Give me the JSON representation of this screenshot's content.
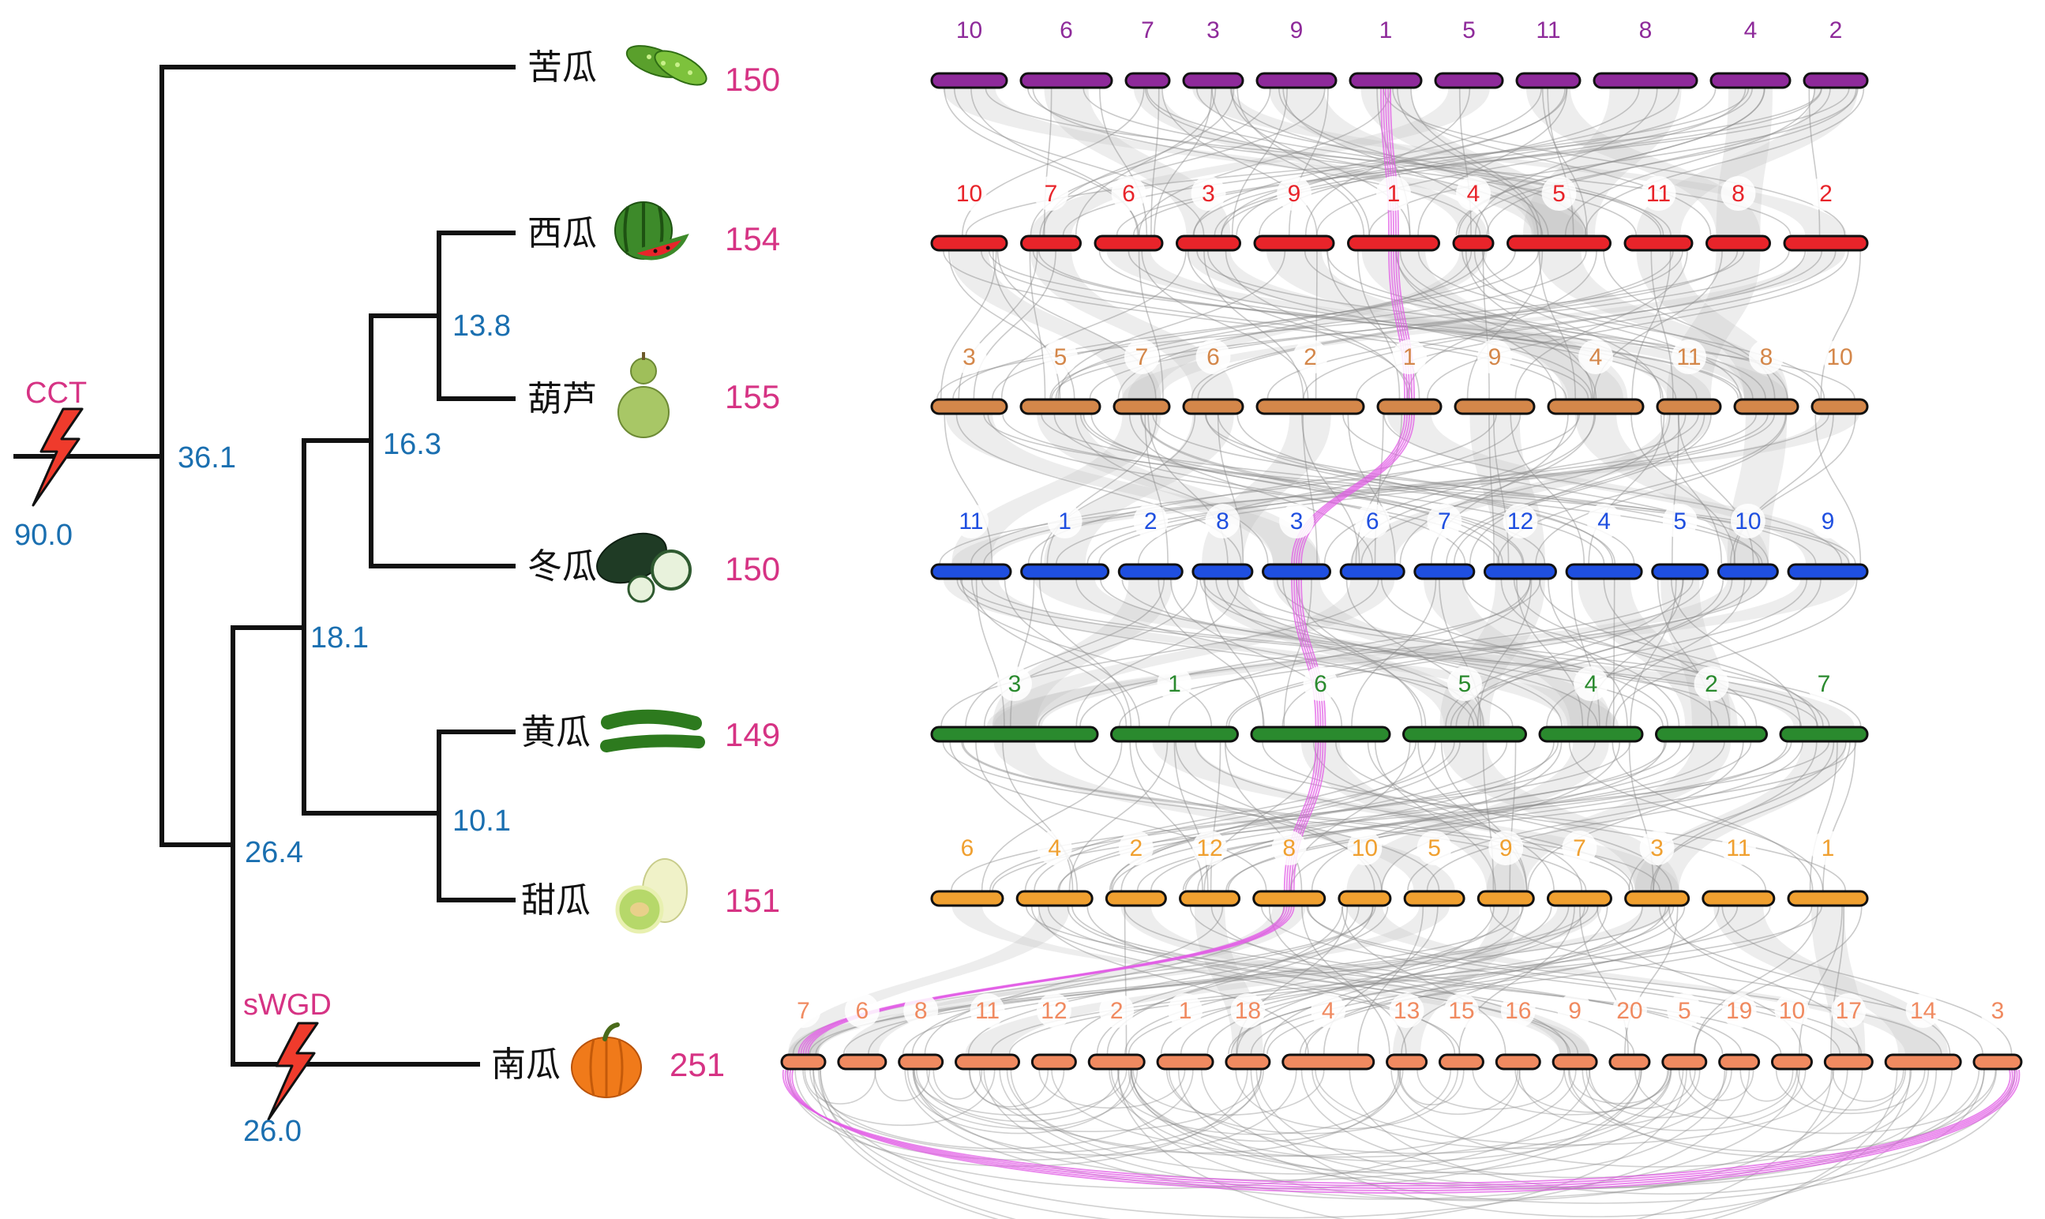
{
  "colors": {
    "age": "#1a6fb0",
    "count": "#d63384",
    "event": "#d63384",
    "tree": "#111111",
    "highlight": "#e15ee6",
    "link": "#8a8a8a",
    "bolt_fill": "#ef3b2c"
  },
  "events": [
    {
      "id": "cct",
      "label": "CCT",
      "age": "90.0"
    },
    {
      "id": "swgd",
      "label": "sWGD",
      "age": "26.0"
    }
  ],
  "node_ages": {
    "root": "36.1",
    "n264": "26.4",
    "n181": "18.1",
    "n163": "16.3",
    "n138": "13.8",
    "n101": "10.1"
  },
  "species": [
    {
      "id": "bitter-gourd",
      "name": "苦瓜",
      "icon": "bitter-gourd-icon",
      "gene_count": "150",
      "chr_color": "#8e2a9a",
      "chromosomes": [
        "10",
        "6",
        "7",
        "3",
        "9",
        "1",
        "5",
        "11",
        "8",
        "4",
        "2"
      ]
    },
    {
      "id": "watermelon",
      "name": "西瓜",
      "icon": "watermelon-icon",
      "gene_count": "154",
      "chr_color": "#e8242a",
      "chromosomes": [
        "10",
        "7",
        "6",
        "3",
        "9",
        "1",
        "4",
        "5",
        "11",
        "8",
        "2"
      ]
    },
    {
      "id": "bottle-gourd",
      "name": "葫芦",
      "icon": "bottle-gourd-icon",
      "gene_count": "155",
      "chr_color": "#d4874a",
      "chromosomes": [
        "3",
        "5",
        "7",
        "6",
        "2",
        "1",
        "9",
        "4",
        "11",
        "8",
        "10"
      ]
    },
    {
      "id": "wax-gourd",
      "name": "冬瓜",
      "icon": "wax-gourd-icon",
      "gene_count": "150",
      "chr_color": "#1f4fe0",
      "chromosomes": [
        "11",
        "1",
        "2",
        "8",
        "3",
        "6",
        "7",
        "12",
        "4",
        "5",
        "10",
        "9"
      ]
    },
    {
      "id": "cucumber",
      "name": "黄瓜",
      "icon": "cucumber-icon",
      "gene_count": "149",
      "chr_color": "#2a8a2e",
      "chromosomes": [
        "3",
        "1",
        "6",
        "5",
        "4",
        "2",
        "7"
      ]
    },
    {
      "id": "melon",
      "name": "甜瓜",
      "icon": "melon-icon",
      "gene_count": "151",
      "chr_color": "#f0a030",
      "chromosomes": [
        "6",
        "4",
        "2",
        "12",
        "8",
        "10",
        "5",
        "9",
        "7",
        "3",
        "11",
        "1"
      ]
    },
    {
      "id": "pumpkin",
      "name": "南瓜",
      "icon": "pumpkin-icon",
      "gene_count": "251",
      "chr_color": "#f08a60",
      "chromosomes": [
        "7",
        "6",
        "8",
        "11",
        "12",
        "2",
        "1",
        "18",
        "4",
        "13",
        "15",
        "16",
        "9",
        "20",
        "5",
        "19",
        "10",
        "17",
        "14",
        "3"
      ]
    }
  ],
  "highlight_path": [
    {
      "species": "bitter-gourd",
      "chromosome": "1"
    },
    {
      "species": "watermelon",
      "chromosome": "1"
    },
    {
      "species": "bottle-gourd",
      "chromosome": "1"
    },
    {
      "species": "wax-gourd",
      "chromosome": "3"
    },
    {
      "species": "cucumber",
      "chromosome": "6"
    },
    {
      "species": "melon",
      "chromosome": "8"
    },
    {
      "species": "pumpkin",
      "chromosome": "7"
    },
    {
      "species": "pumpkin",
      "chromosome": "3"
    }
  ]
}
